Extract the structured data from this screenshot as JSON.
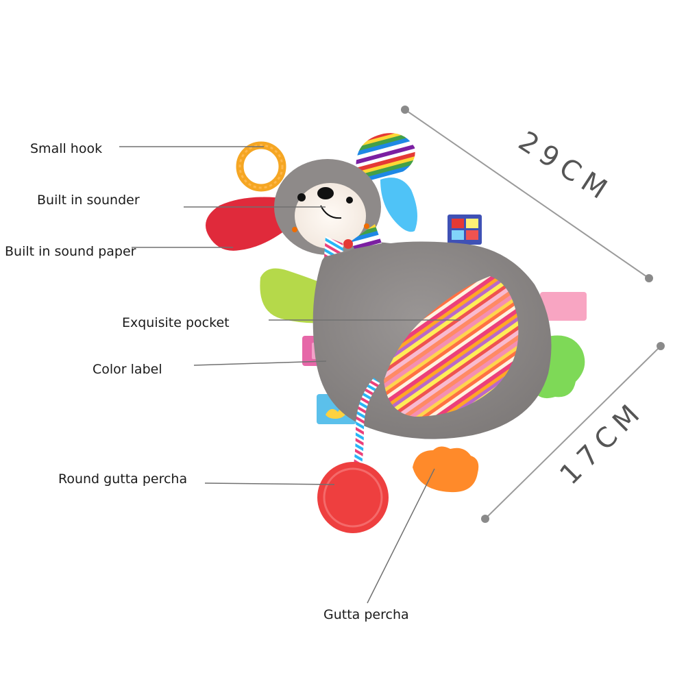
{
  "callouts": {
    "small_hook": "Small hook",
    "built_in_sounder": "Built in sounder",
    "built_in_sound_paper": "Built in sound paper",
    "exquisite_pocket": "Exquisite pocket",
    "color_label": "Color label",
    "round_gutta_percha": "Round gutta percha",
    "gutta_percha": "Gutta percha"
  },
  "dimensions": {
    "length": "29CM",
    "width": "17CM"
  },
  "colors": {
    "body": "#8a8685",
    "leader_line": "#707070",
    "dimension_line": "#9a9a9a",
    "teether_red": "#ee3f3f",
    "teether_orange": "#ff8a2a",
    "hook_orange": "#f5a623",
    "paw_green": "#7ed957"
  }
}
